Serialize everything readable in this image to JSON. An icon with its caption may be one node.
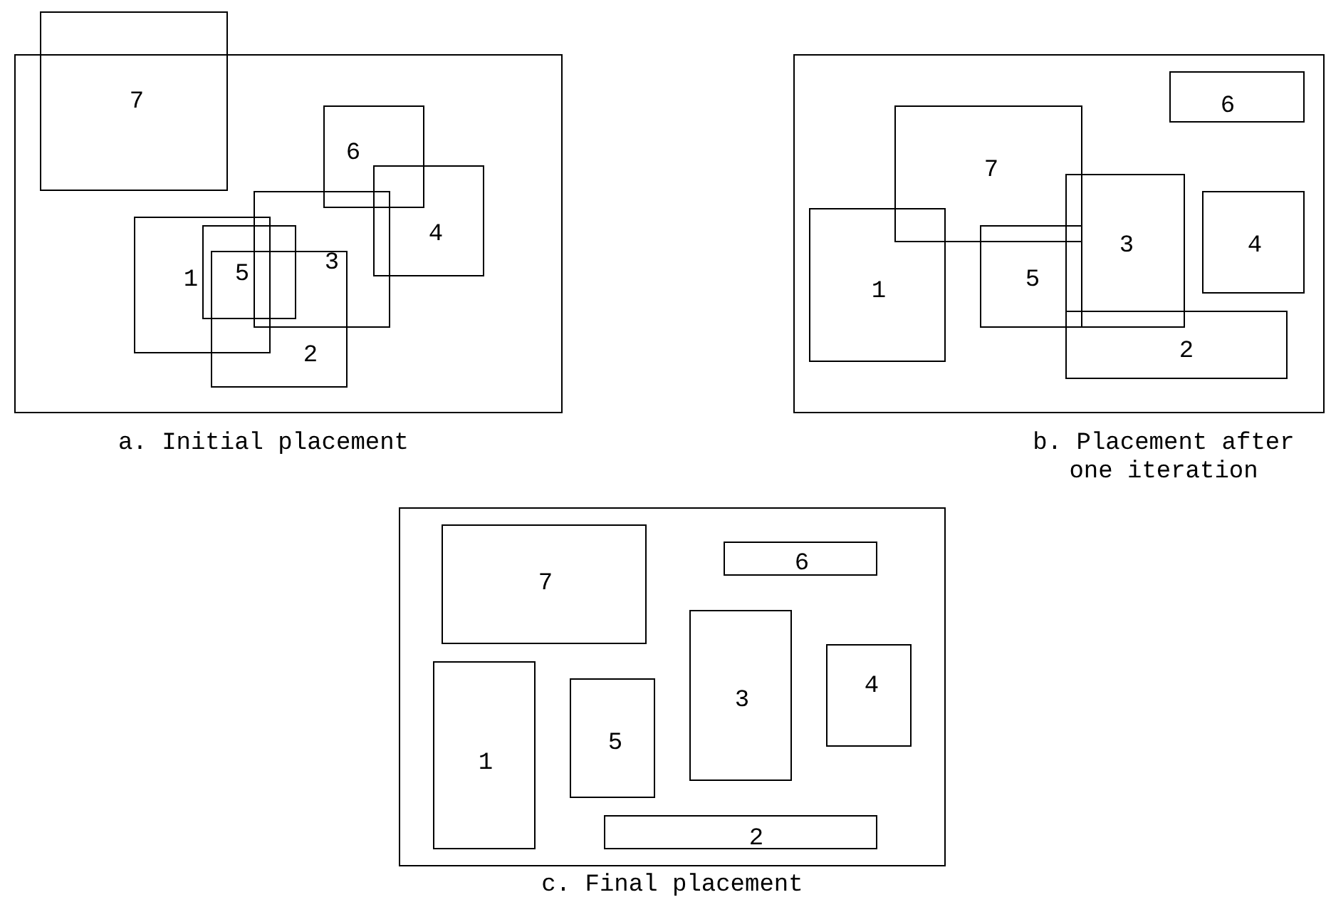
{
  "diagram": {
    "nodes": [
      {
        "text": [],
        "shape": "box",
        "beside": [
          "a. Initial placement"
        ]
      },
      {
        "text": [
          "7"
        ]
      },
      {
        "text": [
          "6"
        ],
        "in": 0
      },
      {
        "text": [
          "4"
        ],
        "in": 0
      },
      {
        "text": [
          "3"
        ],
        "in": 0
      },
      {
        "text": [
          "1"
        ],
        "in": 0
      },
      {
        "text": [
          "5"
        ],
        "in": 0
      },
      {
        "text": [
          "2"
        ],
        "in": 0
      },
      {
        "text": [],
        "shape": "box",
        "beside": [
          "b. Placement after one iteration"
        ]
      },
      {
        "text": [
          "6"
        ],
        "in": 8
      },
      {
        "text": [
          "7"
        ],
        "in": 8
      },
      {
        "text": [
          "1"
        ],
        "in": 8
      },
      {
        "text": [
          "5"
        ],
        "in": 8
      },
      {
        "text": [
          "3"
        ],
        "in": 8
      },
      {
        "text": [
          "4"
        ],
        "in": 8
      },
      {
        "text": [
          "2"
        ],
        "in": 8
      },
      {
        "text": [],
        "shape": "box",
        "beside": [
          "c. Final placement"
        ]
      },
      {
        "text": [
          "7"
        ],
        "in": 16
      },
      {
        "text": [
          "6"
        ],
        "in": 16
      },
      {
        "text": [
          "3"
        ],
        "in": 16
      },
      {
        "text": [
          "4"
        ],
        "in": 16
      },
      {
        "text": [
          "1"
        ],
        "in": 16
      },
      {
        "text": [
          "5"
        ],
        "in": 16
      },
      {
        "text": [
          "2"
        ],
        "in": 16
      }
    ]
  }
}
